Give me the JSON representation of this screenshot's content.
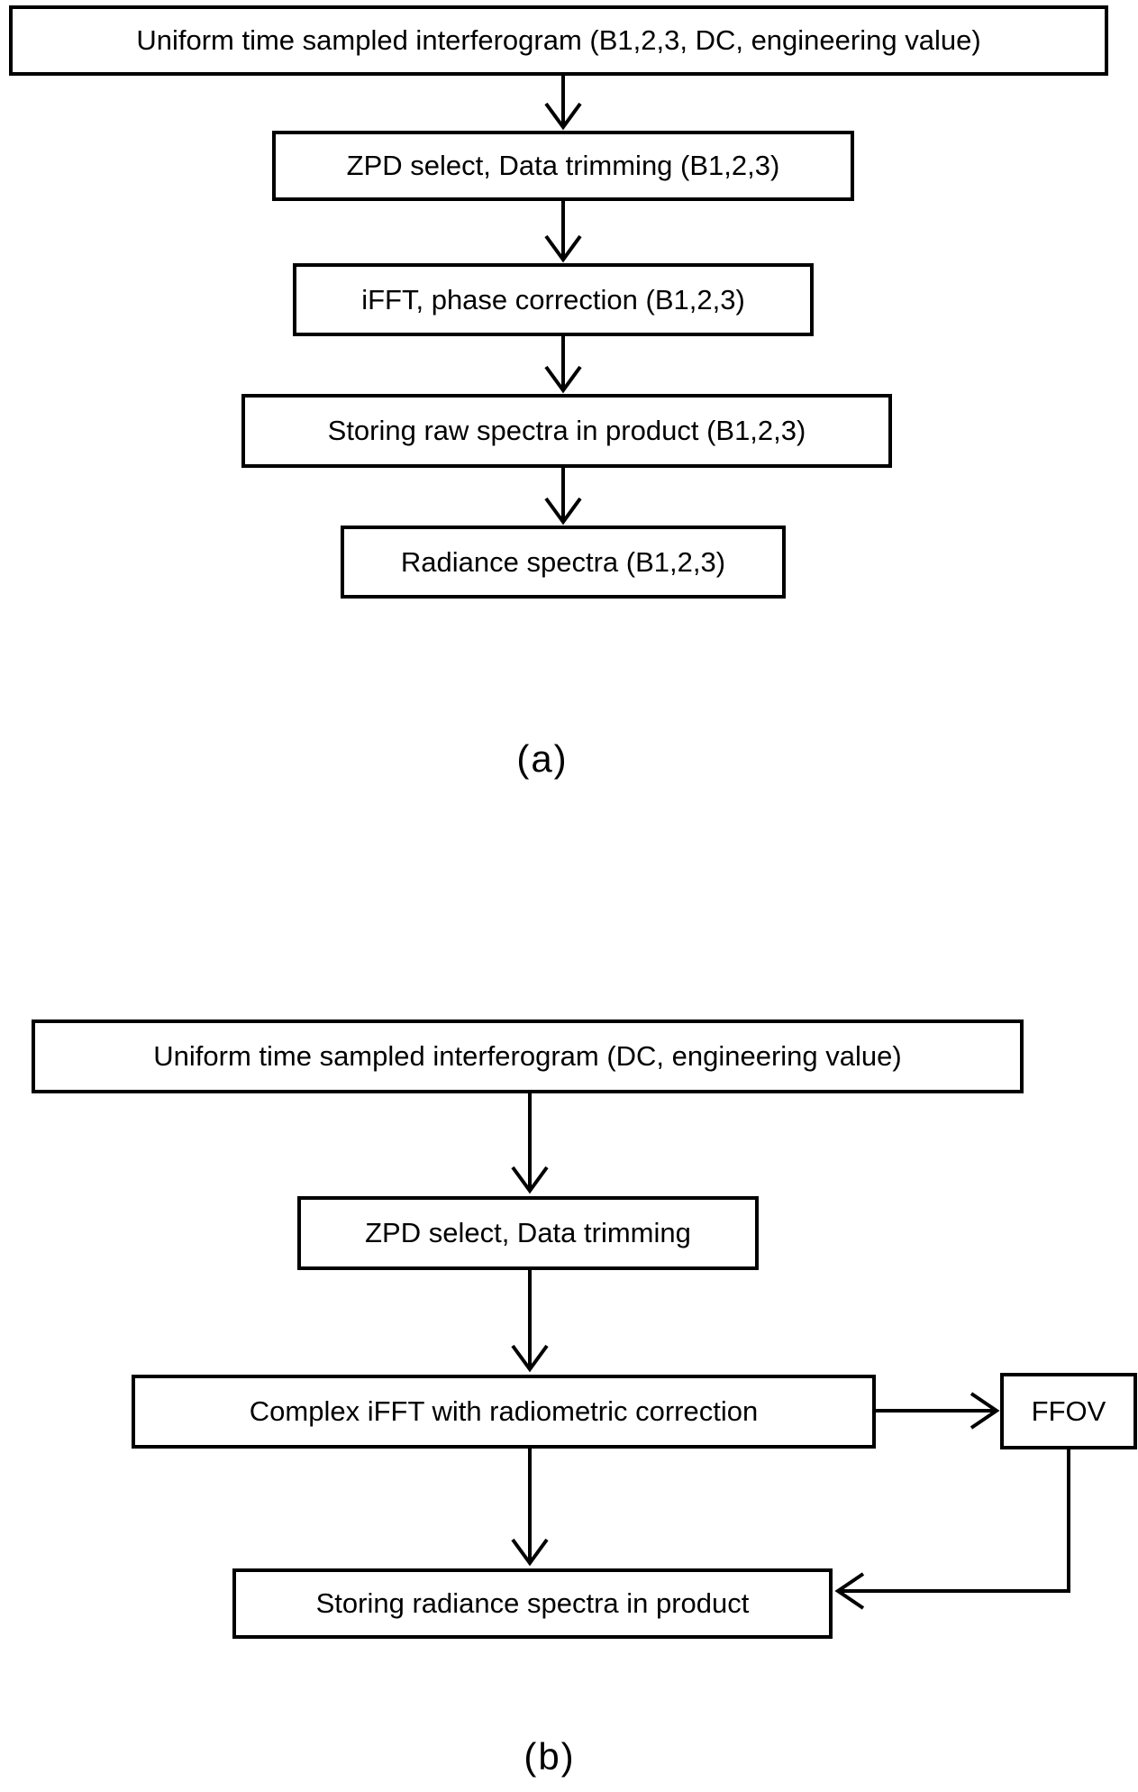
{
  "figure": {
    "background_color": "#ffffff",
    "box_border_color": "#000000",
    "text_color": "#000000",
    "panel_a": {
      "caption": "(a)",
      "steps": [
        "Uniform time sampled interferogram (B1,2,3, DC, engineering value)",
        "ZPD select, Data trimming (B1,2,3)",
        "iFFT, phase correction (B1,2,3)",
        "Storing raw spectra in product (B1,2,3)",
        "Radiance spectra (B1,2,3)"
      ],
      "connections": [
        "Uniform time sampled interferogram (B1,2,3, DC, engineering value) -> ZPD select, Data trimming (B1,2,3)",
        "ZPD select, Data trimming (B1,2,3) -> iFFT, phase correction (B1,2,3)",
        "iFFT, phase correction (B1,2,3) -> Storing raw spectra in product (B1,2,3)",
        "Storing raw spectra in product (B1,2,3) -> Radiance spectra (B1,2,3)"
      ]
    },
    "panel_b": {
      "caption": "(b)",
      "steps": [
        "Uniform time sampled interferogram (DC, engineering value)",
        "ZPD select, Data trimming",
        "Complex iFFT with radiometric correction",
        "FFOV",
        "Storing radiance spectra in product"
      ],
      "connections": [
        "Uniform time sampled interferogram (DC, engineering value) -> ZPD select, Data trimming",
        "ZPD select, Data trimming -> Complex iFFT with radiometric correction",
        "Complex iFFT with radiometric correction -> Storing radiance spectra in product",
        "Complex iFFT with radiometric correction -> FFOV",
        "FFOV -> Storing radiance spectra in product"
      ]
    }
  }
}
